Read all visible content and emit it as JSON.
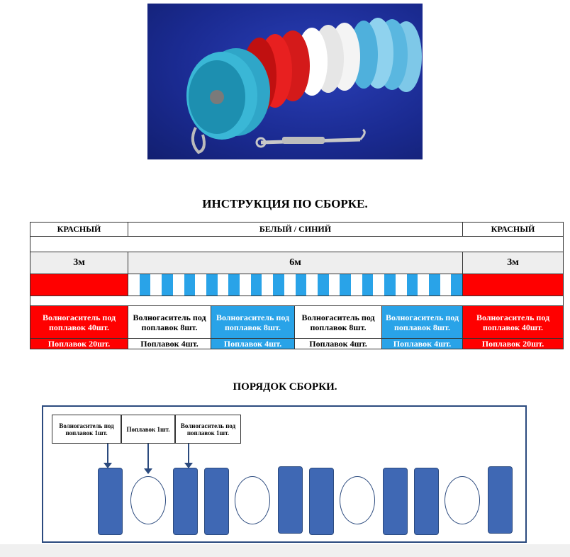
{
  "photo": {
    "description_icon": "lane-rope-photo"
  },
  "instructions": {
    "title": "ИНСТРУКЦИЯ ПО СБОРКЕ.",
    "headers": [
      "КРАСНЫЙ",
      "БЕЛЫЙ / СИНИЙ",
      "КРАСНЫЙ"
    ],
    "lengths": [
      "3м",
      "6м",
      "3м"
    ],
    "descriptions": [
      "Волногаситель под поплавок 40шт.",
      "Волногаситель под поплавок 8шт.",
      "Волногаситель под поплавок 8шт.",
      "Волногаситель под поплавок 8шт.",
      "Волногаситель под поплавок 8шт.",
      "Волногаситель под поплавок 40шт."
    ],
    "counts": [
      "Поплавок 20шт.",
      "Поплавок 4шт.",
      "Поплавок 4шт.",
      "Поплавок 4шт.",
      "Поплавок 4шт.",
      "Поплавок 20шт."
    ],
    "colors": {
      "red": "#ff0000",
      "blue": "#29a3e8",
      "white": "#ffffff"
    }
  },
  "assembly": {
    "title": "ПОРЯДОК СБОРКИ.",
    "labels": [
      "Волногаситель под поплавок 1шт.",
      "Поплавок 1шт.",
      "Волногаситель под поплавок 1шт."
    ]
  }
}
